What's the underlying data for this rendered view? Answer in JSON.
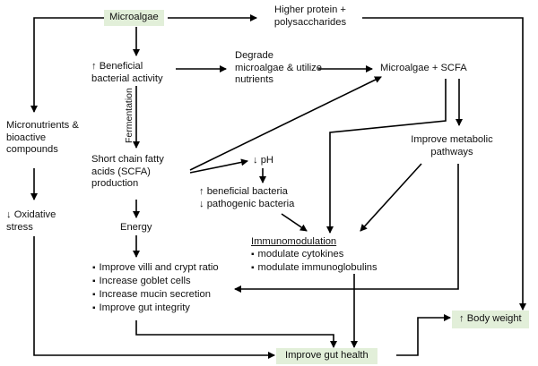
{
  "nodes": {
    "microalgae": "Microalgae",
    "higher_protein": [
      "Higher protein +",
      "polysaccharides"
    ],
    "beneficial_activity": [
      "↑ Beneficial",
      "bacterial activity"
    ],
    "degrade": [
      "Degrade",
      "microalgae & utilize",
      "nutrients"
    ],
    "microalgae_scfa": "Microalgae + SCFA",
    "micronutrients": [
      "Micronutrients &",
      "bioactive",
      "compounds"
    ],
    "fermentation": "Fermentation",
    "improve_metabolic": [
      "Improve metabolic",
      "pathways"
    ],
    "scfa_production": [
      "Short chain fatty",
      "acids (SCFA)",
      "production"
    ],
    "ph": "↓ pH",
    "bacteria": [
      "↑ beneficial bacteria",
      "↓ pathogenic bacteria"
    ],
    "oxidative": [
      "↓ Oxidative",
      "stress"
    ],
    "energy": "Energy",
    "immunomodulation": {
      "title": "Immunomodulation",
      "items": [
        "modulate cytokines",
        "modulate immunoglobulins"
      ]
    },
    "gut_effects": [
      "Improve villi and crypt ratio",
      "Increase goblet cells",
      "Increase mucin secretion",
      "Improve gut integrity"
    ],
    "body_weight": "↑ Body weight",
    "gut_health": "Improve gut health"
  },
  "colors": {
    "box_fill": "#e2efd9",
    "arrow": "#000000"
  }
}
